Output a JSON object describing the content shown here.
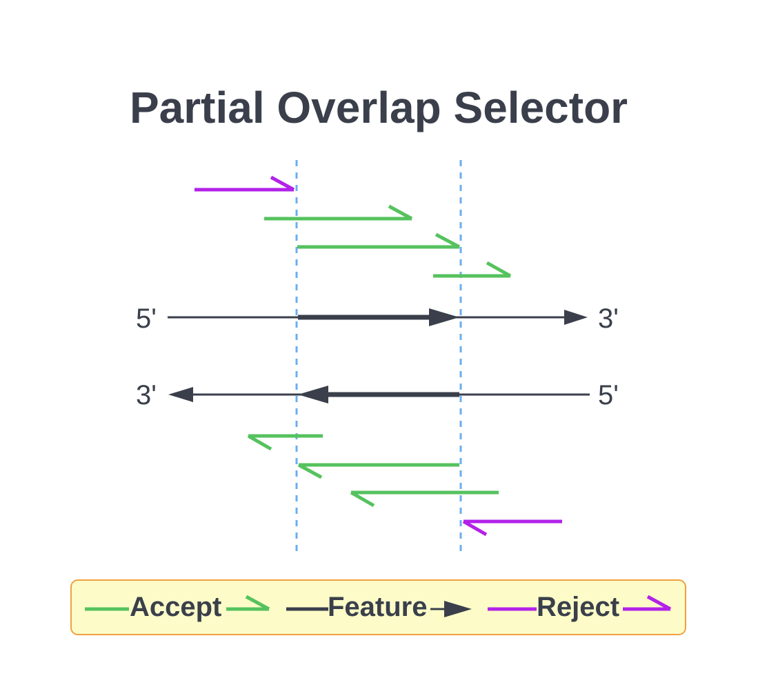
{
  "title": "Partial Overlap Selector",
  "strand_labels": {
    "top_left": "5'",
    "top_right": "3'",
    "bottom_left": "3'",
    "bottom_right": "5'"
  },
  "legend": {
    "accept": "Accept",
    "feature": "Feature",
    "reject": "Reject"
  },
  "colors": {
    "accept": "#55c25e",
    "reject": "#b222e8",
    "feature": "#3a3f4b",
    "boundary": "#6aaef0",
    "legend_fill": "#fdfcc8",
    "legend_border": "#f0a040",
    "text": "#3a3f4b"
  },
  "reads": [
    {
      "type": "reject",
      "direction": "forward"
    },
    {
      "type": "accept",
      "direction": "forward"
    },
    {
      "type": "accept",
      "direction": "forward"
    },
    {
      "type": "accept",
      "direction": "forward"
    },
    {
      "type": "accept",
      "direction": "reverse"
    },
    {
      "type": "accept",
      "direction": "reverse"
    },
    {
      "type": "accept",
      "direction": "reverse"
    },
    {
      "type": "reject",
      "direction": "reverse"
    }
  ]
}
